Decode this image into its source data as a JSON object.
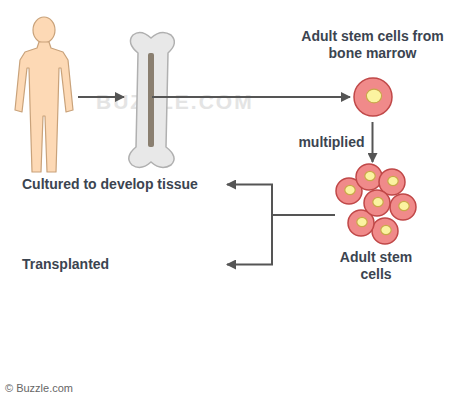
{
  "diagram": {
    "nodes": [
      {
        "text": [
          "Adult stem cells from bone marrow"
        ]
      },
      {
        "text": [
          "Adult stem cells"
        ]
      },
      {
        "text": [
          "Cultured to develop tissue"
        ]
      },
      {
        "text": [
          "Transplanted"
        ]
      }
    ],
    "edges": [
      {
        "from": 0,
        "to": 1,
        "label": "multiplied",
        "arrow": "to"
      },
      {
        "from": 1,
        "to": 2,
        "arrow": "to"
      },
      {
        "from": 1,
        "to": 3,
        "arrow": "to"
      }
    ],
    "labels": [
      "BUZZLE.COM",
      "© Buzzle.com"
    ]
  }
}
